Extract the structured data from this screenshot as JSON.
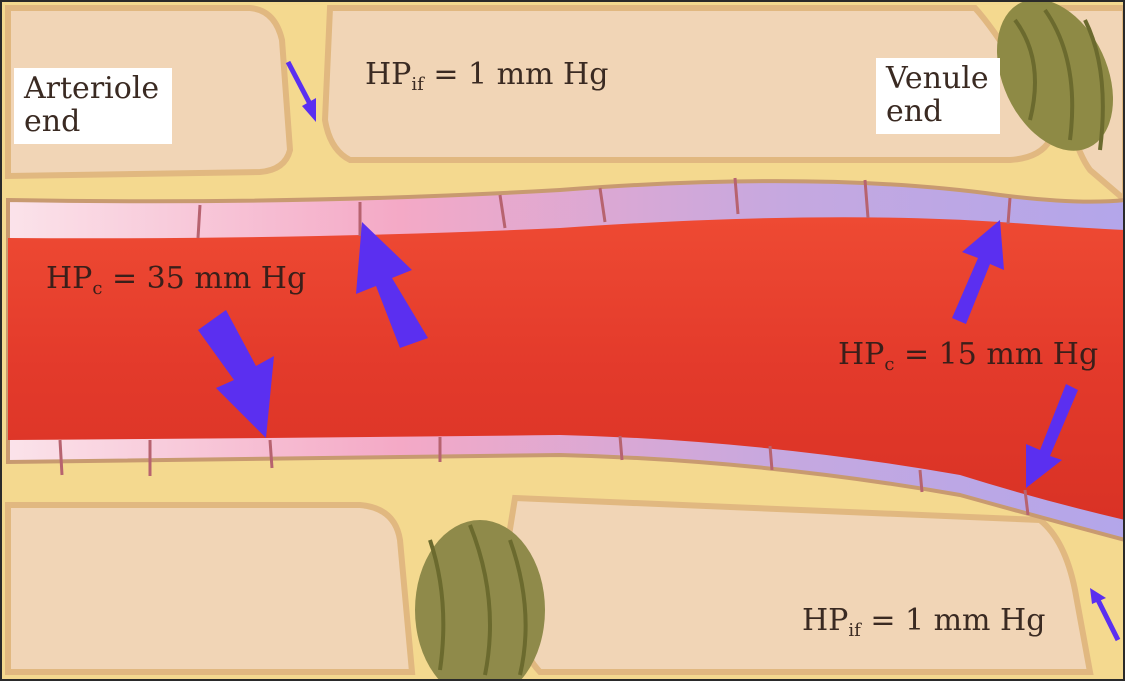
{
  "labels": {
    "arteriole_end": {
      "line1": "Arteriole",
      "line2": "end"
    },
    "venule_end": {
      "line1": "Venule",
      "line2": "end"
    },
    "hp_if_top": {
      "base": "HP",
      "sub": "if",
      "rest": " = 1 mm Hg"
    },
    "hp_if_bottom": {
      "base": "HP",
      "sub": "if",
      "rest": " = 1 mm Hg"
    },
    "hp_c_arteriole": {
      "base": "HP",
      "sub": "c",
      "rest": " = 35 mm Hg"
    },
    "hp_c_venule": {
      "base": "HP",
      "sub": "c",
      "rest": " = 15 mm Hg"
    }
  },
  "colors": {
    "tissue": "#f1d6b8",
    "interstitial": "#f6dc96",
    "blood": "#e23b2c",
    "endothelium_arterial": "#f3a7c4",
    "endothelium_venous": "#b9a9e2",
    "arrow": "#5b2ff0",
    "nucleus": "#8f8a4a"
  }
}
